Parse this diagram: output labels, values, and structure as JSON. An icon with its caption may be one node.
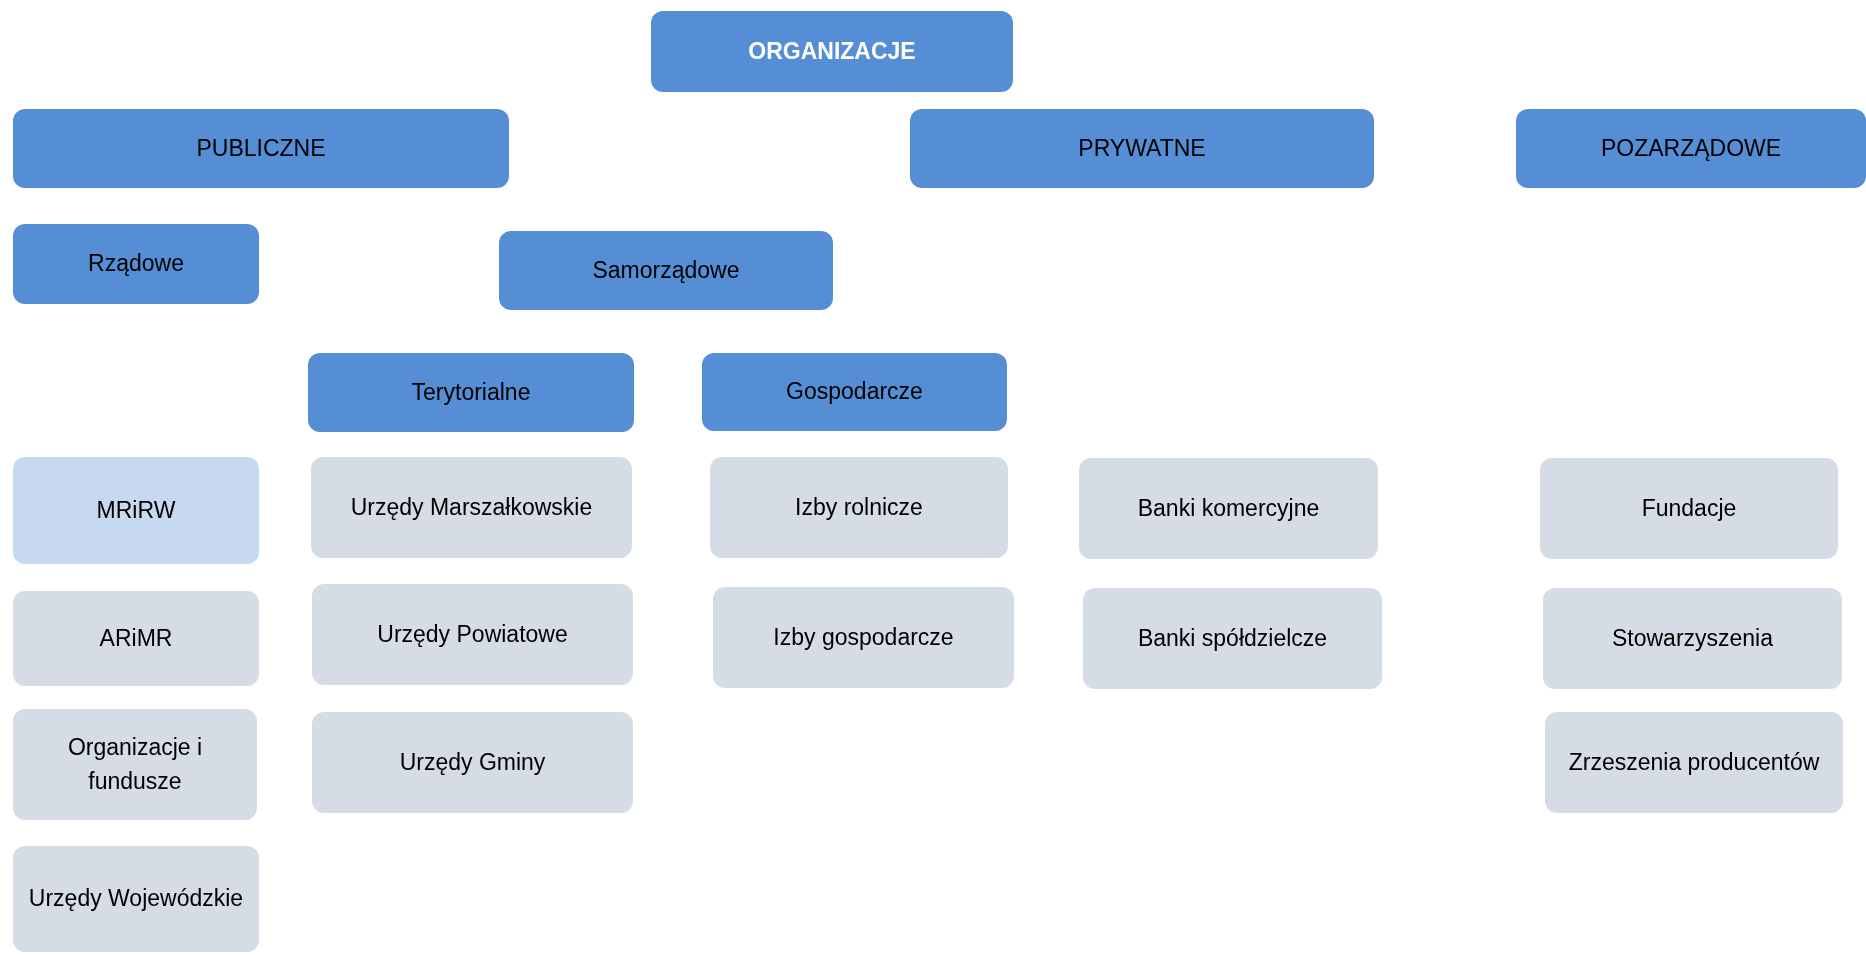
{
  "diagram": {
    "nodes": [
      {
        "text": [
          "ORGANIZACJE"
        ]
      },
      {
        "text": [
          "PUBLICZNE"
        ]
      },
      {
        "text": [
          "PRYWATNE"
        ]
      },
      {
        "text": [
          "POZARZĄDOWE"
        ]
      },
      {
        "text": [
          "Rządowe"
        ]
      },
      {
        "text": [
          "Samorządowe"
        ]
      },
      {
        "text": [
          "Terytorialne"
        ]
      },
      {
        "text": [
          "Gospodarcze"
        ]
      },
      {
        "text": [
          "MRiRW"
        ]
      },
      {
        "text": [
          "Urzędy Marszałkowskie"
        ]
      },
      {
        "text": [
          "Izby rolnicze"
        ]
      },
      {
        "text": [
          "Banki komercyjne"
        ]
      },
      {
        "text": [
          "Fundacje"
        ]
      },
      {
        "text": [
          "ARiMR"
        ]
      },
      {
        "text": [
          "Urzędy Powiatowe"
        ]
      },
      {
        "text": [
          "Izby gospodarcze"
        ]
      },
      {
        "text": [
          "Banki spółdzielcze"
        ]
      },
      {
        "text": [
          "Stowarzyszenia"
        ]
      },
      {
        "text": [
          "Organizacje i fundusze"
        ]
      },
      {
        "text": [
          "Urzędy Gminy"
        ]
      },
      {
        "text": [
          "Zrzeszenia producentów"
        ]
      },
      {
        "text": [
          "Urzędy Wojewódzkie"
        ]
      }
    ],
    "edges": []
  }
}
